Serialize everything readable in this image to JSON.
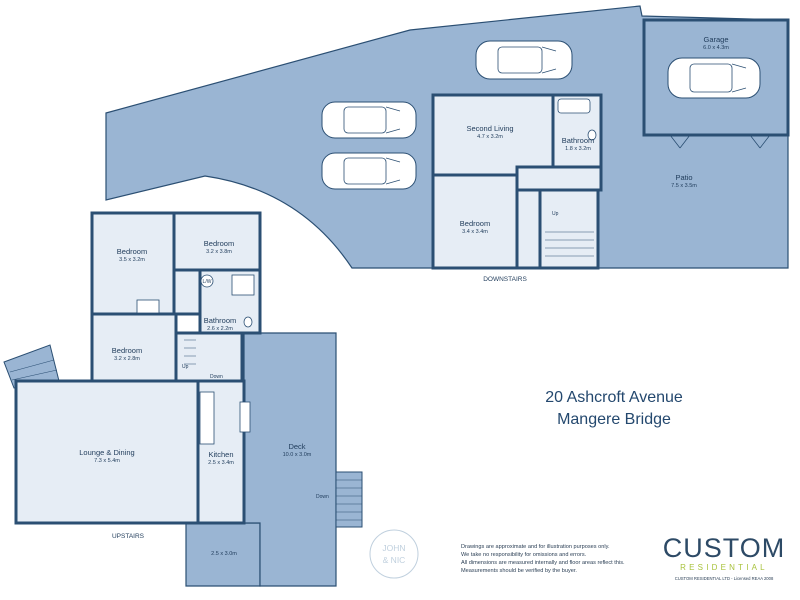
{
  "address": {
    "line1": "20 Ashcroft Avenue",
    "line2": "Mangere Bridge"
  },
  "levels": {
    "downstairs": "DOWNSTAIRS",
    "upstairs": "UPSTAIRS"
  },
  "rooms": {
    "garage": {
      "name": "Garage",
      "dims": "6.0 x 4.3m"
    },
    "second_living": {
      "name": "Second Living",
      "dims": "4.7 x 3.2m"
    },
    "bathroom_down": {
      "name": "Bathroom",
      "dims": "1.8 x 3.2m"
    },
    "patio": {
      "name": "Patio",
      "dims": "7.5 x 3.5m"
    },
    "bedroom_down": {
      "name": "Bedroom",
      "dims": "3.4 x 3.4m"
    },
    "bedroom_1": {
      "name": "Bedroom",
      "dims": "3.5 x 3.2m"
    },
    "bedroom_2": {
      "name": "Bedroom",
      "dims": "3.2 x 3.8m"
    },
    "bathroom_up": {
      "name": "Bathroom",
      "dims": "2.6 x 2.2m"
    },
    "bedroom_3": {
      "name": "Bedroom",
      "dims": "3.2 x 2.8m"
    },
    "lounge": {
      "name": "Lounge & Dining",
      "dims": "7.3 x 5.4m"
    },
    "kitchen": {
      "name": "Kitchen",
      "dims": "2.5 x 3.4m"
    },
    "deck": {
      "name": "Deck",
      "dims": "10.0 x 3.0m"
    },
    "lower_deck": {
      "dims": "2.5 x 3.0m"
    }
  },
  "markers": {
    "up_down": "Up",
    "up_upper": "Up",
    "down_upper": "Down",
    "down_deck": "Down",
    "laundry": "L/W"
  },
  "disclaimer": [
    "Drawings are approximate and for illustration purposes only.",
    "We take no responsibility for omissions and errors.",
    "All dimensions are measured internally and floor areas reflect this.",
    "Measurements should be verified by the buyer."
  ],
  "brand": {
    "name": "CUSTOM",
    "sub": "RESIDENTIAL",
    "small": "CUSTOM RESIDENTIAL LTD - Licensed REAA 2008",
    "badge_line1": "JOHN",
    "badge_line2": "& NIC"
  },
  "colors": {
    "fill": "#9ab5d3",
    "room": "#e6edf5",
    "wall": "#2b4f73",
    "accent": "#a8c23c"
  }
}
